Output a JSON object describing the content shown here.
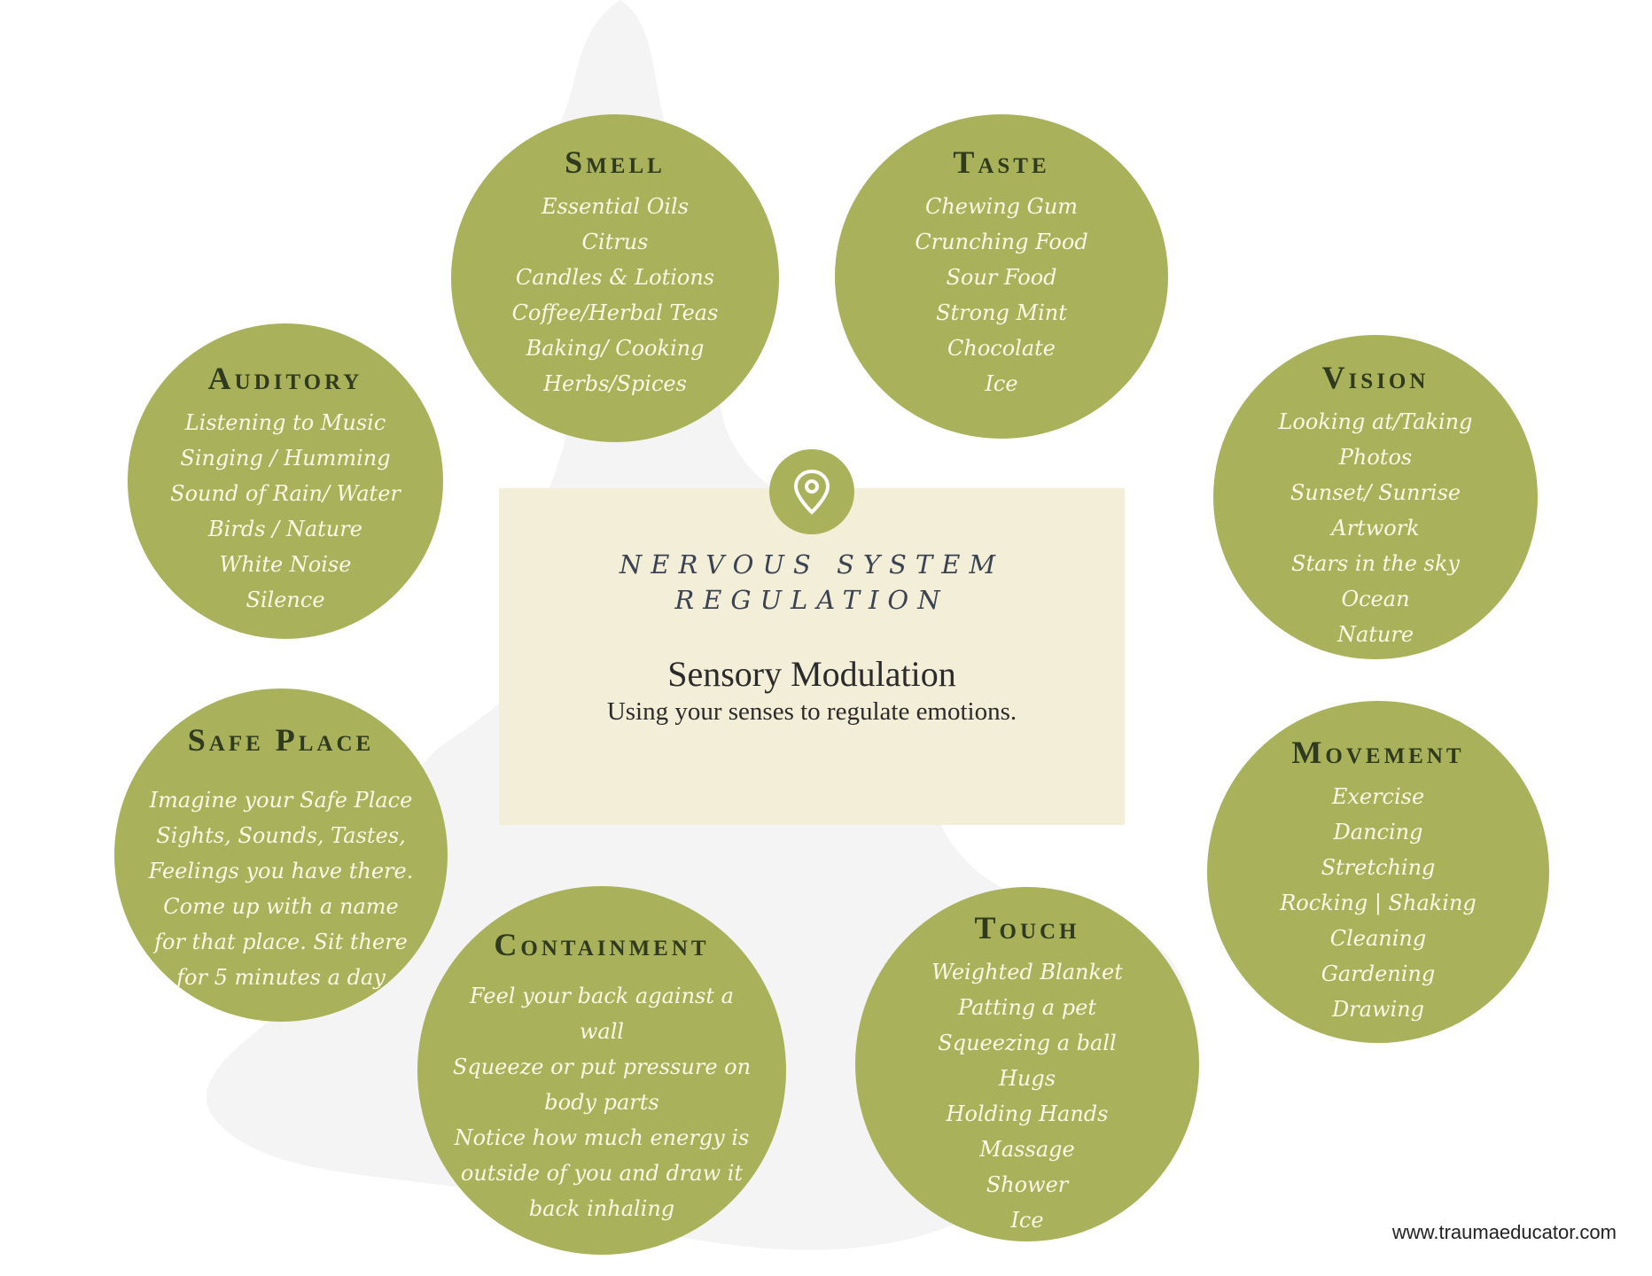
{
  "center": {
    "caps_line1": "NERVOUS SYSTEM",
    "caps_line2": "REGULATION",
    "title": "Sensory Modulation",
    "subtitle": "Using your senses to regulate emotions."
  },
  "circles": {
    "smell": {
      "title": "Smell",
      "items": [
        "Essential Oils",
        "Citrus",
        "Candles & Lotions",
        "Coffee/Herbal Teas",
        "Baking/ Cooking",
        "Herbs/Spices"
      ]
    },
    "taste": {
      "title": "Taste",
      "items": [
        "Chewing Gum",
        "Crunching Food",
        "Sour Food",
        "Strong Mint",
        "Chocolate",
        "Ice"
      ]
    },
    "auditory": {
      "title": "Auditory",
      "items": [
        "Listening to Music",
        "Singing / Humming",
        "Sound of Rain/ Water",
        "Birds / Nature",
        "White Noise",
        "Silence"
      ]
    },
    "vision": {
      "title": "Vision",
      "items": [
        "Looking at/Taking",
        "Photos",
        "Sunset/ Sunrise",
        "Artwork",
        "Stars in the sky",
        "Ocean",
        "Nature"
      ]
    },
    "safe_place": {
      "title": "Safe Place",
      "items": [
        "Imagine your Safe Place",
        "Sights, Sounds, Tastes,",
        "Feelings you have there.",
        "Come up with a name",
        "for that place. Sit there",
        "for 5 minutes a day"
      ]
    },
    "movement": {
      "title": "Movement",
      "items": [
        "Exercise",
        "Dancing",
        "Stretching",
        "Rocking | Shaking",
        "Cleaning",
        "Gardening",
        "Drawing"
      ]
    },
    "containment": {
      "title": "Containment",
      "items": [
        "Feel your back against a",
        "wall",
        "Squeeze or put pressure on",
        "body parts",
        "Notice how much energy is",
        "outside of you and draw it",
        "back inhaling"
      ]
    },
    "touch": {
      "title": "Touch",
      "items": [
        "Weighted Blanket",
        "Patting a pet",
        "Squeezing a ball",
        "Hugs",
        "Holding Hands",
        "Massage",
        "Shower",
        "Ice"
      ]
    }
  },
  "icons": {
    "center_badge": "location-pin-icon"
  },
  "colors": {
    "circle_green": "#a9b25a",
    "center_box": "#f3eed7",
    "item_text": "#fbf8e6"
  },
  "footer": {
    "website": "www.traumaeducator.com"
  }
}
